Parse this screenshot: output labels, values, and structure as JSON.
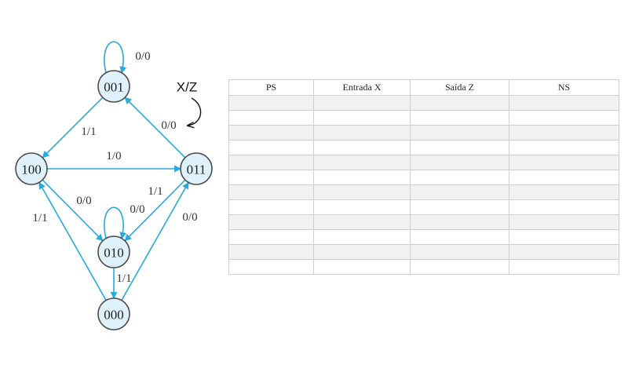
{
  "diagram": {
    "states": [
      "001",
      "100",
      "011",
      "010",
      "000"
    ],
    "transitions": [
      {
        "from": "001",
        "to": "001",
        "label": "0/0"
      },
      {
        "from": "001",
        "to": "100",
        "label": "1/1"
      },
      {
        "from": "011",
        "to": "001",
        "label": "0/0"
      },
      {
        "from": "100",
        "to": "011",
        "label": "1/0"
      },
      {
        "from": "100",
        "to": "010",
        "label": "0/0"
      },
      {
        "from": "011",
        "to": "010",
        "label": "1/1"
      },
      {
        "from": "010",
        "to": "010",
        "label": "0/0"
      },
      {
        "from": "000",
        "to": "100",
        "label": "1/1"
      },
      {
        "from": "000",
        "to": "011",
        "label": "0/0"
      },
      {
        "from": "010",
        "to": "000",
        "label": "1/1"
      }
    ],
    "legend": "X/Z",
    "colors": {
      "edge": "#29a9dc",
      "node_fill": "#dff1fb",
      "node_stroke": "#4a4a4a"
    }
  },
  "table": {
    "headers": [
      "PS",
      "Entrada X",
      "Saída Z",
      "NS"
    ],
    "empty_rows": 12
  }
}
